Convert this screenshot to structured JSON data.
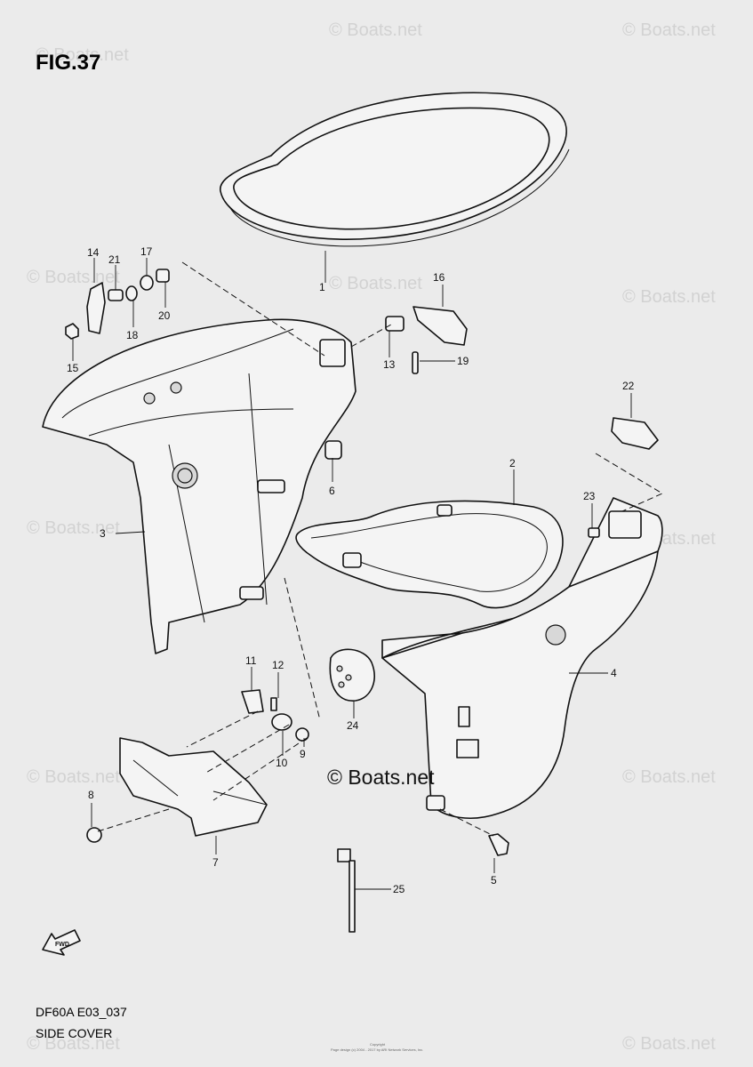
{
  "figure": {
    "label": "FIG.37",
    "model_code": "DF60A E03_037",
    "section_name": "SIDE COVER",
    "fwd_label": "FWD"
  },
  "watermark": {
    "tile_text": "© Boats.net",
    "center_text": "© Boats.net"
  },
  "copyright": {
    "line1": "Copyright",
    "line2": "Page design (c) 2004 - 2017 by ARI Network Services, Inc."
  },
  "callouts": {
    "p1": "1",
    "p2": "2",
    "p3": "3",
    "p4": "4",
    "p5": "5",
    "p6": "6",
    "p7": "7",
    "p8": "8",
    "p9": "9",
    "p10": "10",
    "p11": "11",
    "p12": "12",
    "p13": "13",
    "p14": "14",
    "p15": "15",
    "p16": "16",
    "p17": "17",
    "p18": "18",
    "p19": "19",
    "p20": "20",
    "p21": "21",
    "p22": "22",
    "p23": "23",
    "p24": "24",
    "p25": "25"
  },
  "colors": {
    "background": "#ebebeb",
    "line": "#111111",
    "watermark": "#d2d2d2"
  }
}
